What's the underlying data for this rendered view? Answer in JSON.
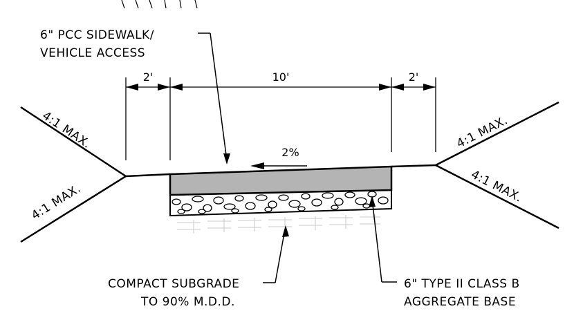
{
  "diagram": {
    "callouts": {
      "top_left": {
        "line1": "6\" PCC SIDEWALK/",
        "line2": "VEHICLE ACCESS"
      },
      "bottom_left": {
        "line1": "COMPACT SUBGRADE",
        "line2": "TO 90% M.D.D."
      },
      "bottom_right": {
        "line1": "6\" TYPE II CLASS B",
        "line2": "AGGREGATE BASE"
      }
    },
    "dimensions": {
      "left_offset": "2'",
      "sidewalk_width": "10'",
      "right_offset": "2'"
    },
    "slope_label": "2%",
    "side_slopes": {
      "upper_left": "4:1 MAX.",
      "lower_left": "4:1 MAX.",
      "upper_right": "4:1 MAX.",
      "lower_right": "4:1 MAX."
    },
    "colors": {
      "line": "#000000",
      "concrete_fill": "#b4b4b4",
      "aggregate_fill": "#ffffff",
      "hatch": "#c8c8c8"
    }
  }
}
